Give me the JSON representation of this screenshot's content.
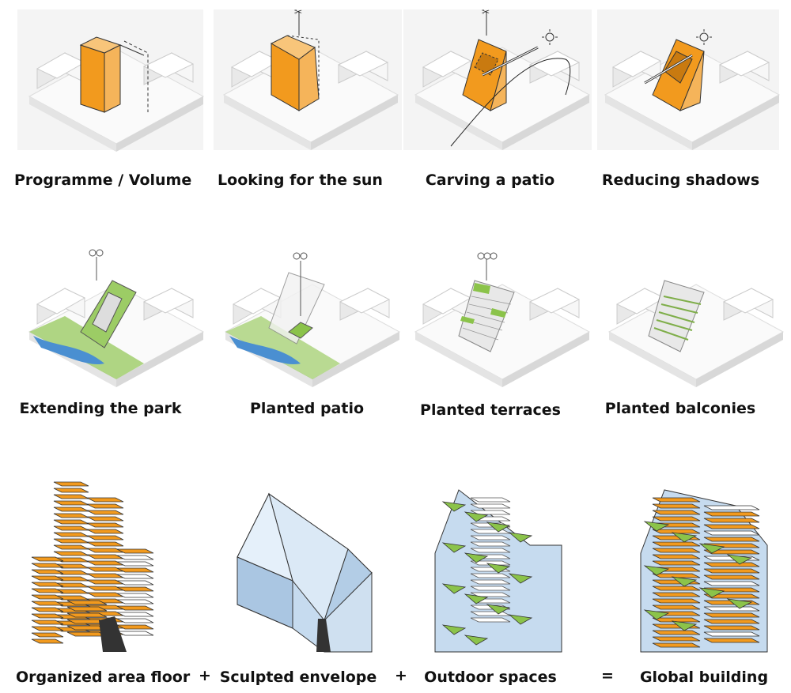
{
  "row1": {
    "labels": [
      "Programme / Volume",
      "Looking for the sun",
      "Carving a patio",
      "Reducing shadows"
    ]
  },
  "row2": {
    "labels": [
      "Extending the park",
      "Planted patio",
      "Planted terraces",
      "Planted balconies"
    ]
  },
  "row3": {
    "labels": [
      "Organized area floor",
      "Sculpted envelope",
      "Outdoor spaces",
      "Global building"
    ],
    "operators": [
      "+",
      "+",
      "="
    ]
  },
  "colors": {
    "orange": "#f29a1e",
    "green": "#8bc34a",
    "glass": "#c6dbef",
    "water": "#4a8fd1",
    "massing": "#f2f2f2"
  },
  "icons": [
    "scissors-icon",
    "sun-icon",
    "tree-icon"
  ]
}
